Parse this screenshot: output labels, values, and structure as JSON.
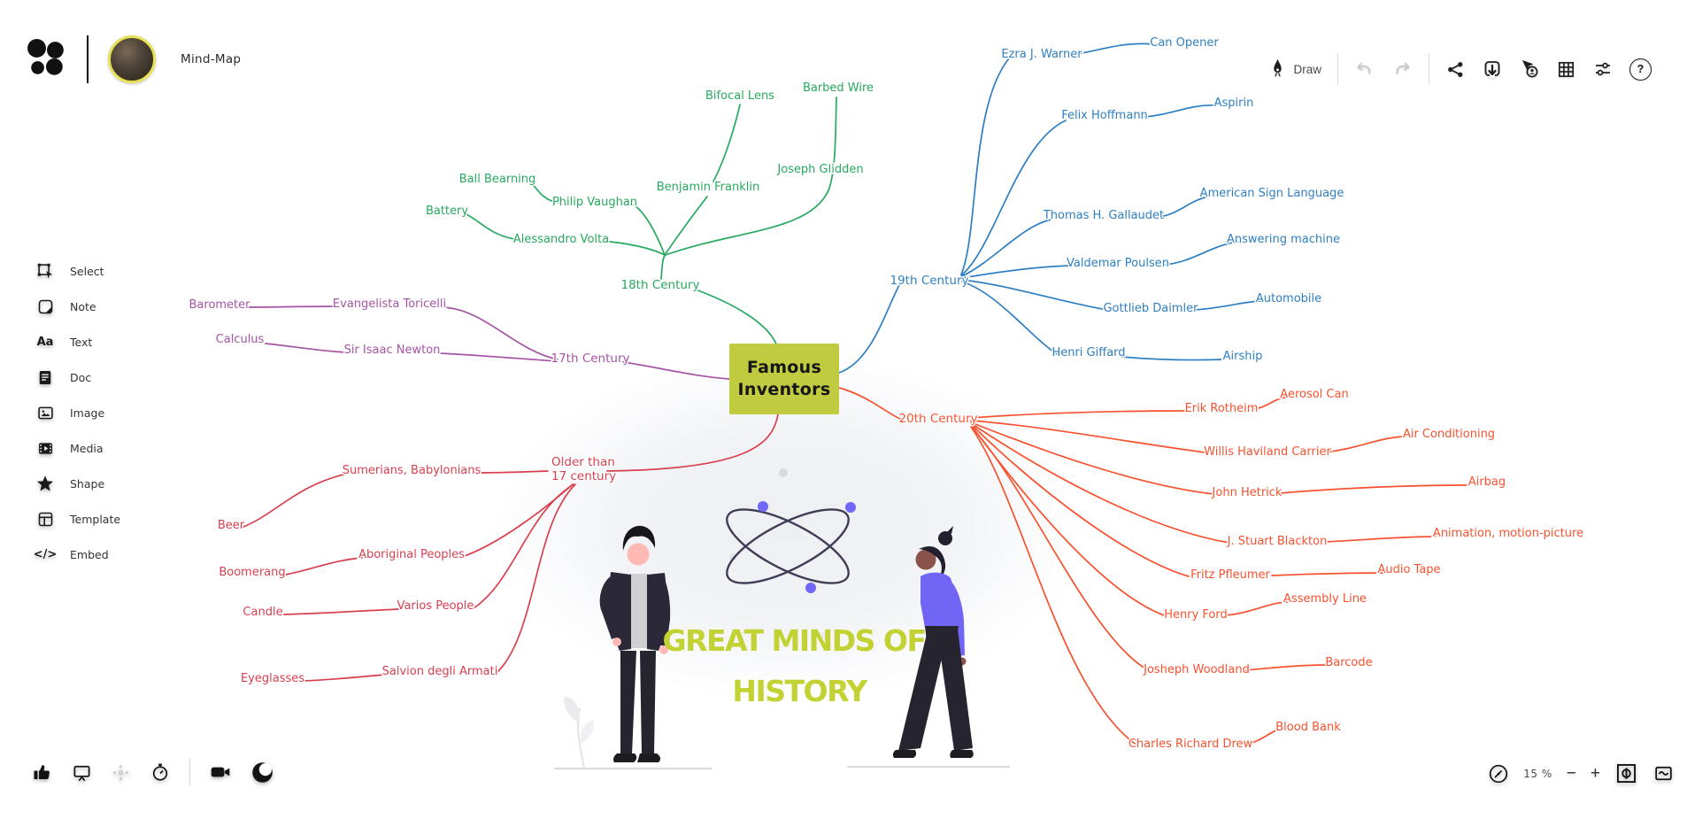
{
  "header": {
    "title": "Mind-Map"
  },
  "toolbar": {
    "draw_label": "Draw",
    "help_glyph": "?",
    "buttons": [
      "draw",
      "undo",
      "redo",
      "share",
      "export",
      "collaborator-pointer",
      "grid-view",
      "settings-sliders",
      "help"
    ]
  },
  "sidebar": {
    "items": [
      {
        "label": "Select",
        "icon": "select-icon"
      },
      {
        "label": "Note",
        "icon": "note-icon"
      },
      {
        "label": "Text",
        "icon": "text-icon",
        "icon_text": "Aa"
      },
      {
        "label": "Doc",
        "icon": "doc-icon"
      },
      {
        "label": "Image",
        "icon": "image-icon"
      },
      {
        "label": "Media",
        "icon": "media-icon"
      },
      {
        "label": "Shape",
        "icon": "shape-icon"
      },
      {
        "label": "Template",
        "icon": "template-icon"
      },
      {
        "label": "Embed",
        "icon": "embed-icon",
        "icon_text": "</>"
      }
    ]
  },
  "footer_left": {
    "buttons": [
      "like",
      "present",
      "move",
      "timer",
      "record",
      "theme-contrast"
    ]
  },
  "footer_right": {
    "zoom_level": "15 %",
    "zoom_out_glyph": "−",
    "zoom_in_glyph": "+",
    "buttons": [
      "compass",
      "zoom-out",
      "zoom-in",
      "fit-to-screen",
      "minimap"
    ]
  },
  "mindmap": {
    "root": {
      "label": "Famous Inventors",
      "label_line1": "Famous",
      "label_line2": "Inventors",
      "fill": "#c1cb3f"
    },
    "branches": [
      {
        "label": "18th Century",
        "color": "#27a95f",
        "children": [
          {
            "person": "Philip Vaughan",
            "invention": "Ball Bearning"
          },
          {
            "person": "Alessandro Volta",
            "invention": "Battery"
          },
          {
            "person": "Benjamin Franklin",
            "invention": "Bifocal Lens"
          },
          {
            "person": "Joseph Glidden",
            "invention": "Barbed Wire"
          }
        ]
      },
      {
        "label": "19th Century",
        "color": "#2e7fc2",
        "children": [
          {
            "person": "Ezra J. Warner",
            "invention": "Can Opener"
          },
          {
            "person": "Felix Hoffmann",
            "invention": "Aspirin"
          },
          {
            "person": "Thomas H. Gallaudet",
            "invention": "American Sign Language"
          },
          {
            "person": "Valdemar Poulsen",
            "invention": "Answering machine"
          },
          {
            "person": "Gottlieb Daimler",
            "invention": "Automobile"
          },
          {
            "person": "Henri Giffard",
            "invention": "Airship"
          }
        ]
      },
      {
        "label": "17th Century",
        "color": "#a653a5",
        "children": [
          {
            "person": "Evangelista Toricelli",
            "invention": "Barometer"
          },
          {
            "person": "Sir Isaac Newton",
            "invention": "Calculus"
          }
        ]
      },
      {
        "label": "Older than 17 century",
        "label_line1": "Older than",
        "label_line2": "17 century",
        "color": "#d8404f",
        "children": [
          {
            "person": "Sumerians, Babylonians",
            "invention": "Beer"
          },
          {
            "person": "Aboriginal Peoples",
            "invention": "Boomerang"
          },
          {
            "person": "Varios People",
            "invention": "Candle"
          },
          {
            "person": "Salvion degli Armati",
            "invention": "Eyeglasses"
          }
        ]
      },
      {
        "label": "20th Century",
        "color": "#f7512f",
        "children": [
          {
            "person": "Erik Rotheim",
            "invention": "Aerosol Can"
          },
          {
            "person": "Willis Haviland Carrier",
            "invention": "Air Conditioning"
          },
          {
            "person": "John Hetrick",
            "invention": "Airbag"
          },
          {
            "person": "J. Stuart Blackton",
            "invention": "Animation, motion-picture"
          },
          {
            "person": "Fritz Pfleumer",
            "invention": "Audio Tape"
          },
          {
            "person": "Henry Ford",
            "invention": "Assembly Line"
          },
          {
            "person": "Josheph Woodland",
            "invention": "Barcode"
          },
          {
            "person": "Charles Richard Drew",
            "invention": "Blood Bank"
          }
        ]
      }
    ]
  },
  "illustration": {
    "title_line1": "GREAT MINDS OF",
    "title_line2": "HISTORY",
    "title_color": "#c3d233"
  }
}
